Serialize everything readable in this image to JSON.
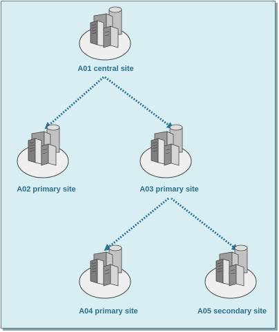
{
  "diagram": {
    "nodes": [
      {
        "id": "a01",
        "label": "A01 central site"
      },
      {
        "id": "a02",
        "label": "A02 primary site"
      },
      {
        "id": "a03",
        "label": "A03 primary site"
      },
      {
        "id": "a04",
        "label": "A04 primary site"
      },
      {
        "id": "a05",
        "label": "A05 secondary site"
      }
    ],
    "edges": [
      {
        "from": "a01",
        "to": "a02"
      },
      {
        "from": "a01",
        "to": "a03"
      },
      {
        "from": "a03",
        "to": "a04"
      },
      {
        "from": "a03",
        "to": "a05"
      }
    ],
    "colors": {
      "background": "#d9eef3",
      "label": "#2a6f8d",
      "connector": "#2a7494"
    }
  }
}
